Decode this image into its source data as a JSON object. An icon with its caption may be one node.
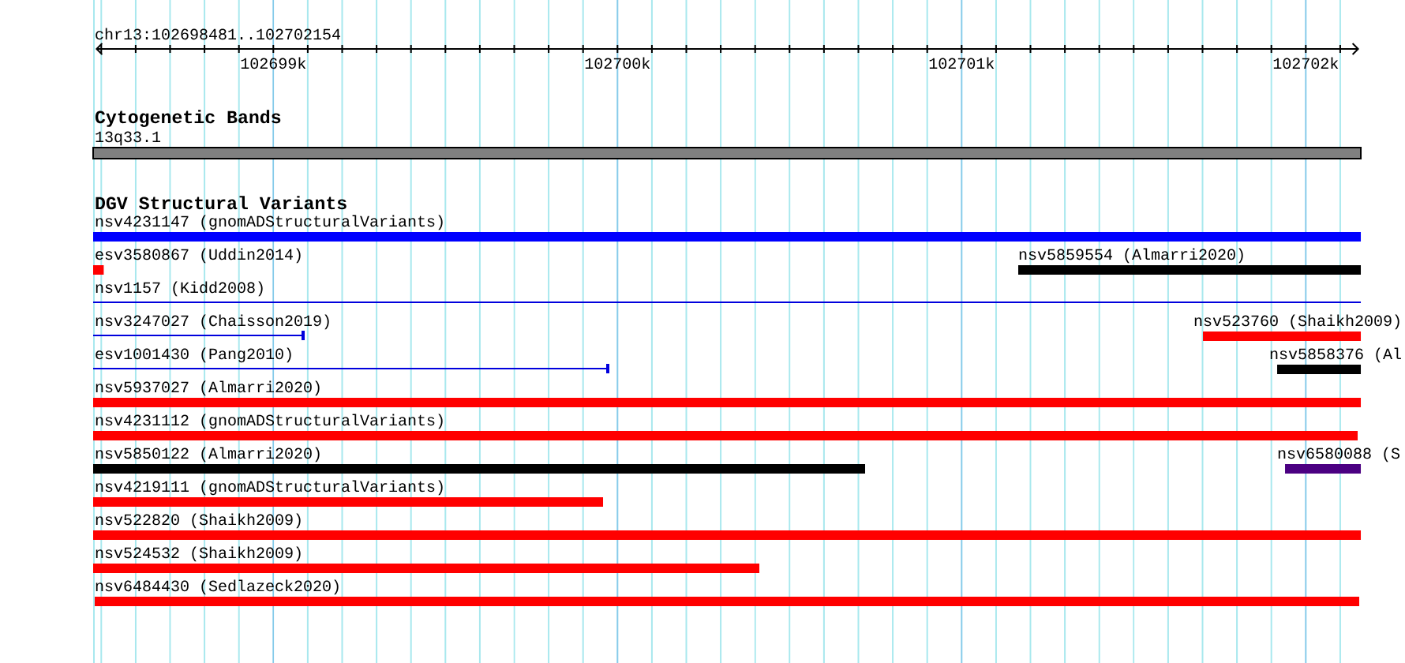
{
  "diagram": {
    "nodes": [
      {
        "text": [
          "13q33.1"
        ]
      },
      {
        "text": [
          "nsv4231147 (gnomADStructuralVariants)"
        ]
      },
      {
        "text": [
          "esv3580867 (Uddin2014)"
        ]
      },
      {
        "text": [
          "nsv5859554 (Almarri2020)"
        ]
      },
      {
        "text": [
          "nsv1157 (Kidd2008)"
        ]
      },
      {
        "text": [
          "nsv3247027 (Chaisson2019)"
        ]
      },
      {
        "text": [
          "nsv523760 (Shaikh2009)"
        ]
      },
      {
        "text": [
          "esv1001430 (Pang2010)"
        ]
      },
      {
        "text": [
          "nsv5858376 (Al"
        ]
      },
      {
        "text": [
          "nsv5937027 (Almarri2020)"
        ]
      },
      {
        "text": [
          "nsv4231112 (gnomADStructuralVariants)"
        ]
      },
      {
        "text": [
          "nsv5850122 (Almarri2020)"
        ]
      },
      {
        "text": [
          "nsv6580088 (S"
        ]
      },
      {
        "text": [
          "nsv4219111 (gnomADStructuralVariants)"
        ]
      },
      {
        "text": [
          "nsv522820 (Shaikh2009)"
        ]
      },
      {
        "text": [
          "nsv524532 (Shaikh2009)"
        ]
      },
      {
        "text": [
          "nsv6484430 (Sedlazeck2020)"
        ]
      }
    ],
    "labels": [
      "chr13:102698481..102702154",
      "102699k",
      "102700k",
      "102701k",
      "102702k",
      "Cytogenetic Bands",
      "DGV Structural Variants"
    ]
  }
}
